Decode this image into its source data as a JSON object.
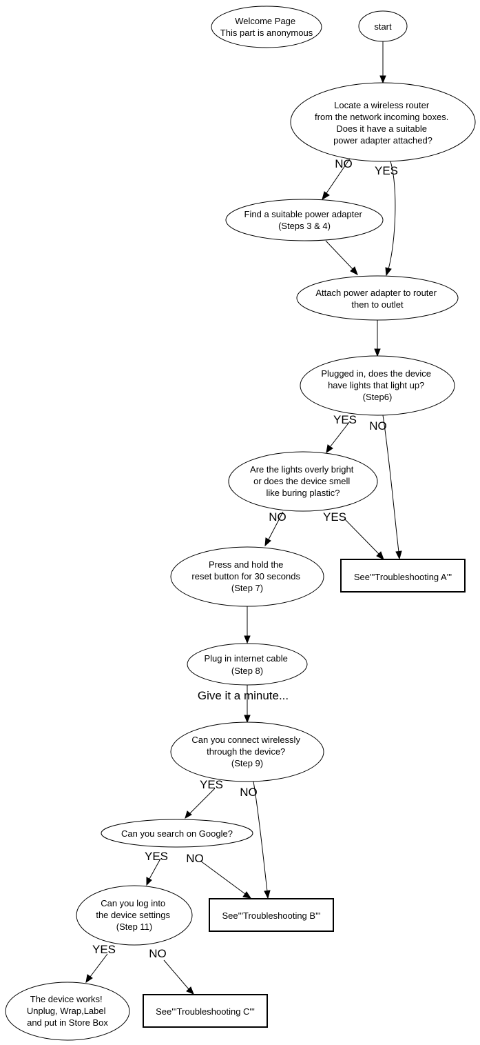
{
  "nodes": {
    "welcome": {
      "lines": [
        "Welcome Page",
        "This part is anonymous"
      ]
    },
    "start": {
      "lines": [
        "start"
      ]
    },
    "locate": {
      "lines": [
        "Locate a wireless router",
        "from the network incoming boxes.",
        "Does it have a suitable",
        "power adapter attached?"
      ]
    },
    "find": {
      "lines": [
        "Find a suitable power adapter",
        "(Steps 3 & 4)"
      ]
    },
    "attach": {
      "lines": [
        "Attach power adapter to router",
        "then to outlet"
      ]
    },
    "plugged": {
      "lines": [
        "Plugged in, does the device",
        "have lights that light up?",
        "(Step6)"
      ]
    },
    "lights": {
      "lines": [
        "Are the lights overly bright",
        "or does the device smell",
        "like buring plastic?"
      ]
    },
    "press": {
      "lines": [
        "Press and hold the",
        "reset button for 30 seconds",
        "(Step 7)"
      ]
    },
    "tsa": {
      "lines": [
        "See'''Troubleshooting A'''"
      ]
    },
    "plugcable": {
      "lines": [
        "Plug in internet cable",
        "(Step 8)"
      ]
    },
    "connect": {
      "lines": [
        "Can you connect wirelessly",
        "through the device?",
        "(Step 9)"
      ]
    },
    "google": {
      "lines": [
        "Can you search on Google?"
      ]
    },
    "login": {
      "lines": [
        "Can you log into",
        "the device settings",
        "(Step 11)"
      ]
    },
    "tsb": {
      "lines": [
        "See'''Troubleshooting B'''"
      ]
    },
    "works": {
      "lines": [
        "The device works!",
        "Unplug, Wrap,Label",
        "and put in Store Box"
      ]
    },
    "tsc": {
      "lines": [
        "See'''Troubleshooting C'''"
      ]
    }
  },
  "edge_labels": {
    "locate_no": "NO",
    "locate_yes": "YES",
    "plugged_yes": "YES",
    "plugged_no": "NO",
    "lights_no": "NO",
    "lights_yes": "YES",
    "give_minute": "Give it a minute...",
    "connect_yes": "YES",
    "connect_no": "NO",
    "google_yes": "YES",
    "google_no": "NO",
    "login_yes": "YES",
    "login_no": "NO"
  }
}
